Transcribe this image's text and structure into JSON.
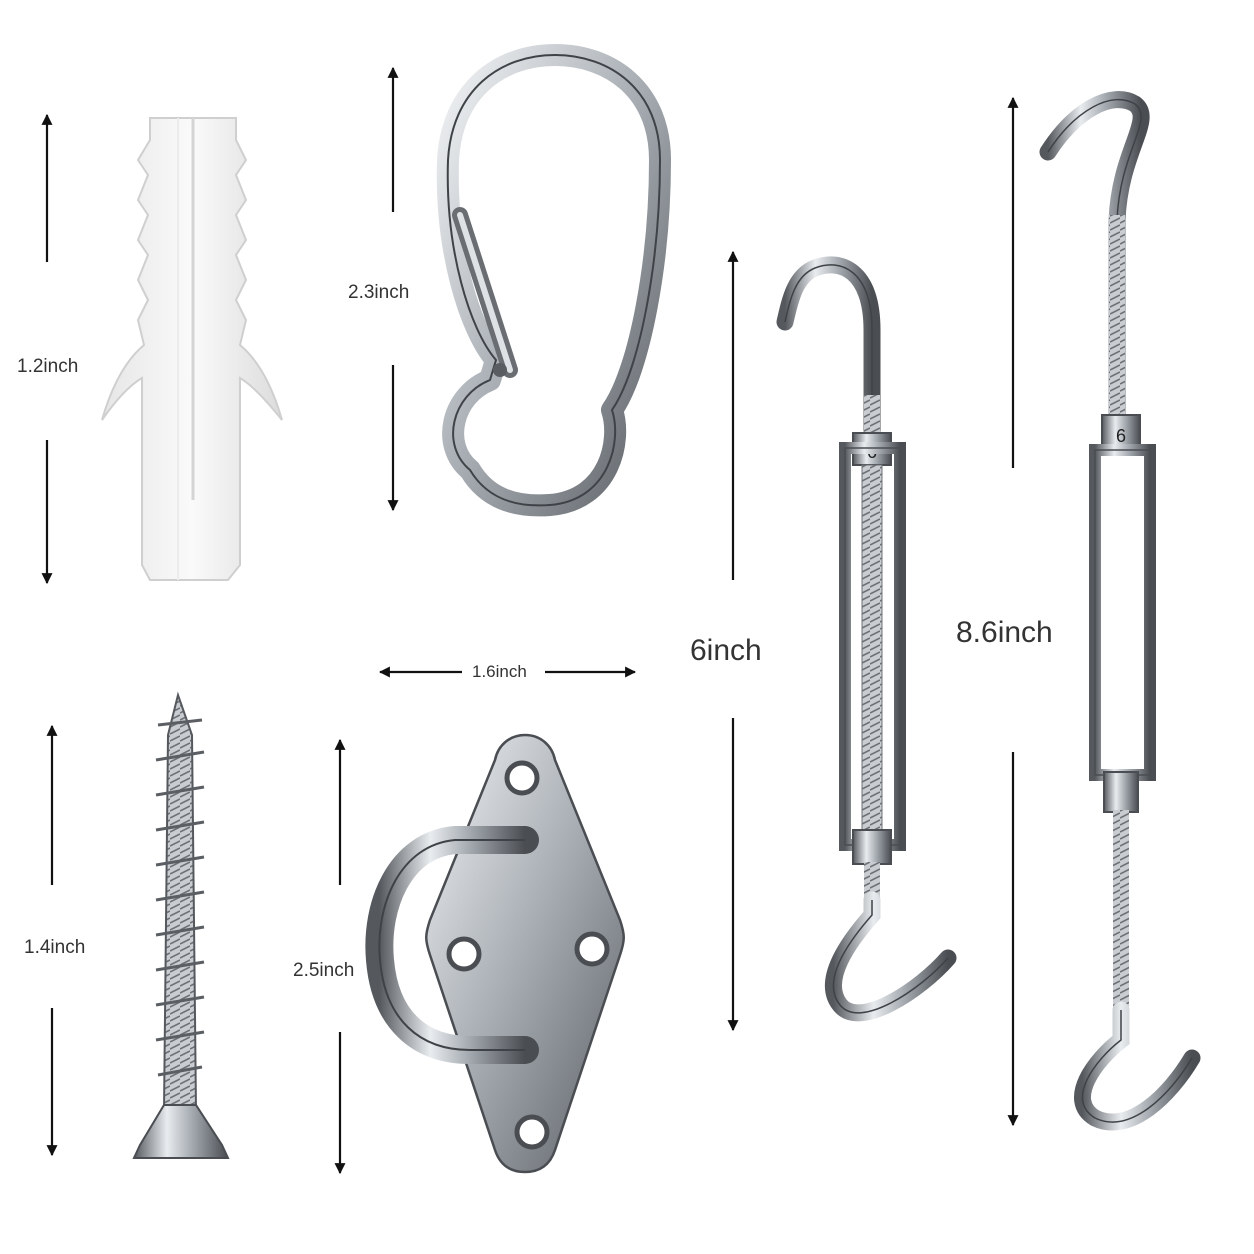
{
  "labels": {
    "anchor_height": "1.2inch",
    "carabiner_height": "2.3inch",
    "screw_height": "1.4inch",
    "pad_eye_width": "1.6inch",
    "pad_eye_height": "2.5inch",
    "small_turnbuckle_length": "6inch",
    "large_turnbuckle_length": "8.6inch",
    "turnbuckle_size_mark": "6"
  },
  "colors": {
    "background": "#ffffff",
    "metal_dark": "#4a4d52",
    "metal_mid": "#9aa0a6",
    "metal_light": "#e2e5e8",
    "plastic": "#eeeeee",
    "arrow": "#111111",
    "text": "#333333"
  }
}
